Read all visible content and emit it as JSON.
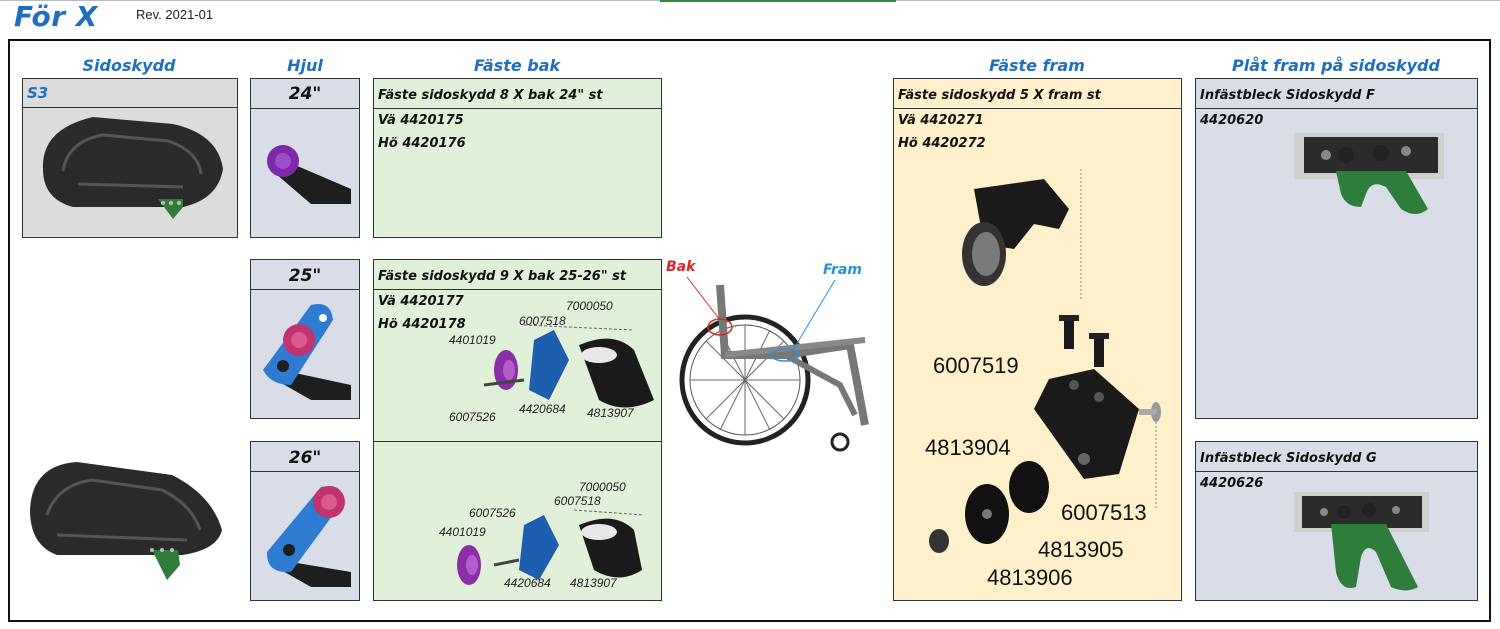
{
  "header": {
    "title": "För X",
    "revision": "Rev. 2021-01"
  },
  "columns": {
    "sidoskydd": "Sidoskydd",
    "hjul": "Hjul",
    "faste_bak": "Fäste bak",
    "faste_fram": "Fäste fram",
    "plat_fram": "Plåt fram på sidoskydd"
  },
  "sidoskydd": {
    "label": "S3"
  },
  "wheels": [
    {
      "size": "24\""
    },
    {
      "size": "25\""
    },
    {
      "size": "26\""
    }
  ],
  "faste_bak": {
    "row1": {
      "title": "Fäste sidoskydd 8 X bak 24\" st",
      "left": "Vä 4420175",
      "right": "Hö 4420176"
    },
    "row2": {
      "title": "Fäste sidoskydd 9 X bak 25-26\" st",
      "left": "Vä 4420177",
      "right": "Hö 4420178"
    },
    "parts_a": [
      "7000050",
      "6007518",
      "4401019",
      "6007526",
      "4420684",
      "4813907"
    ],
    "parts_b": [
      "7000050",
      "6007518",
      "6007526",
      "4401019",
      "4420684",
      "4813907"
    ]
  },
  "chair_labels": {
    "bak": "Bak",
    "fram": "Fram",
    "bak_color": "#d62a2a",
    "fram_color": "#2a8fd6"
  },
  "faste_fram": {
    "title": "Fäste sidoskydd 5 X fram st",
    "left": "Vä 4420271",
    "right": "Hö 4420272",
    "parts": [
      "6007519",
      "4813904",
      "6007513",
      "4813905",
      "4813906"
    ]
  },
  "plat": {
    "f": {
      "title": "Infästbleck Sidoskydd F",
      "number": "4420620"
    },
    "g": {
      "title": "Infästbleck Sidoskydd G",
      "number": "4420626"
    }
  },
  "colors": {
    "accent": "#1f6fc1",
    "green_panel": "#e1f0d9",
    "cream_panel": "#fdf0cb",
    "blue_panel": "#d9dde8"
  }
}
